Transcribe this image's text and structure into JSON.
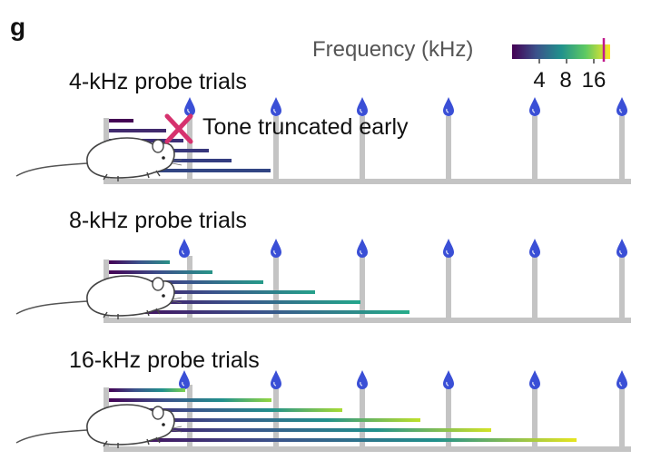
{
  "panel_label": "g",
  "colorbar": {
    "title": "Frequency (kHz)",
    "ticks": [
      "4",
      "8",
      "16"
    ],
    "colors": [
      "#440154",
      "#3b528b",
      "#21918c",
      "#5ec962",
      "#fde725"
    ],
    "marker_color": "#c0188c"
  },
  "rows": [
    {
      "title": "4-kHz probe trials",
      "probe_khz": 4,
      "tone_end_colors": [
        "#3a2d78",
        "#382f7a",
        "#36357d",
        "#343b80",
        "#314183"
      ]
    },
    {
      "title": "8-kHz probe trials",
      "probe_khz": 8,
      "tone_end_colors": [
        "#2a9087",
        "#289488",
        "#269a89",
        "#25a08a",
        "#24a68b",
        "#26ac8a"
      ]
    },
    {
      "title": "16-kHz probe trials",
      "probe_khz": 16,
      "tone_end_colors": [
        "#7dd24f",
        "#93d741",
        "#a8db34",
        "#bfe02a",
        "#d3e326",
        "#e6e51f"
      ]
    }
  ],
  "annotation": {
    "text": "Tone truncated early",
    "icon": "x-mark-icon",
    "color": "#d6326e"
  },
  "water_drop_color": "#3a4fd6",
  "track_color": "#c4c4c4",
  "icons": {
    "mouse": "mouse-illustration",
    "water_drop": "water-drop-icon"
  }
}
